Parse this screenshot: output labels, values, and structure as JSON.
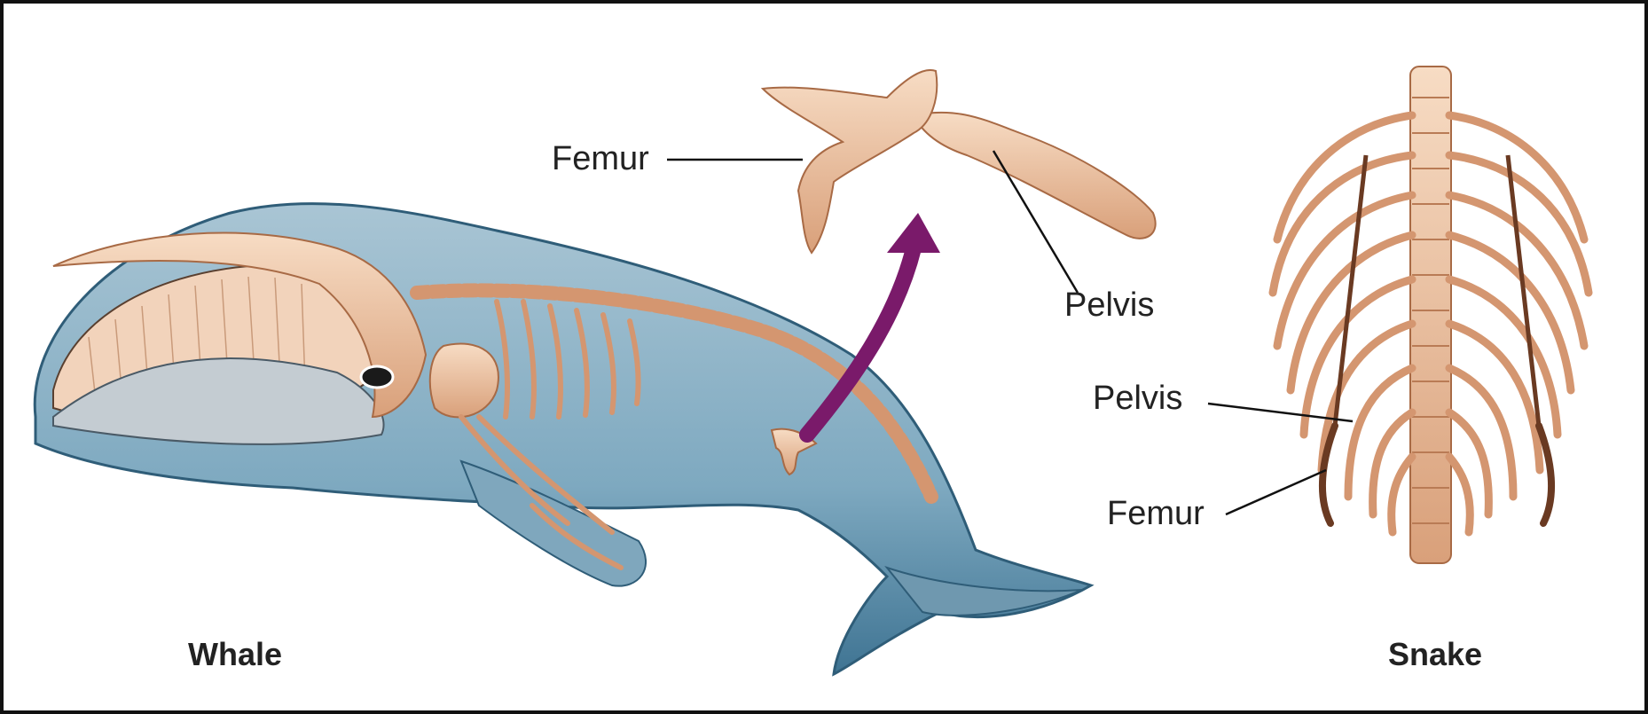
{
  "labels": {
    "whale_femur": "Femur",
    "whale_pelvis": "Pelvis",
    "snake_pelvis": "Pelvis",
    "snake_femur": "Femur",
    "whale_caption": "Whale",
    "snake_caption": "Snake"
  },
  "colors": {
    "bone": "#f2c9a8",
    "bone_shadow": "#c98a63",
    "whale_body": "#8fb3c6",
    "whale_dark": "#3c6f8c",
    "arrow": "#7a1a6a",
    "leader": "#111111"
  },
  "icons": {
    "arrow": "curved-arrow-up",
    "whale": "whale-skeleton",
    "snake": "snake-skeleton"
  }
}
